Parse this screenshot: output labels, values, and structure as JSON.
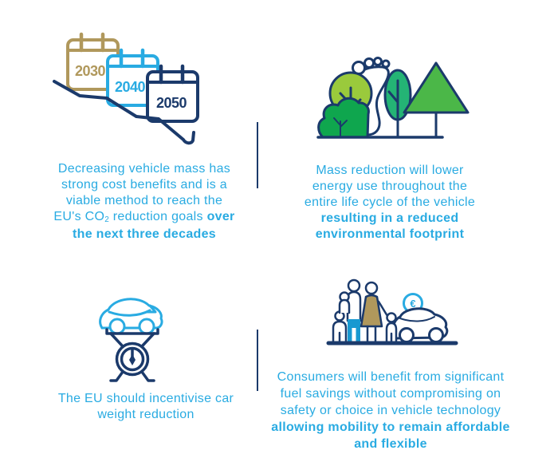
{
  "colors": {
    "accent_blue": "#29ABE2",
    "navy": "#1B3A6B",
    "gold": "#B0985C",
    "green_bush": "#0FA64E",
    "green_round_tree": "#9ACA3C",
    "green_oval_tree": "#24B475",
    "green_triangle_tree": "#4BB748",
    "trouser_blue": "#1899D1",
    "dress_tan": "#B0985C"
  },
  "panels": {
    "goals": {
      "icon": "calendars-declining-arrow-icon",
      "calendar_years": [
        "2030",
        "2040",
        "2050"
      ],
      "text_lines": [
        [
          {
            "t": "Decreasing vehicle mass has"
          }
        ],
        [
          {
            "t": "strong cost benefits and is a"
          }
        ],
        [
          {
            "t": "viable method to reach the"
          }
        ],
        [
          {
            "t": "EU's CO"
          },
          {
            "t": "2",
            "sub": true
          },
          {
            "t": " reduction goals "
          },
          {
            "t": "over",
            "bold": true
          }
        ],
        [
          {
            "t": "the next three decades",
            "bold": true
          }
        ]
      ]
    },
    "environment": {
      "icon": "trees-footprint-icon",
      "text_lines": [
        [
          {
            "t": "Mass reduction will lower"
          }
        ],
        [
          {
            "t": "energy use throughout the"
          }
        ],
        [
          {
            "t": "entire life cycle of the vehicle"
          }
        ],
        [
          {
            "t": "resulting in a reduced",
            "bold": true
          }
        ],
        [
          {
            "t": "environmental footprint",
            "bold": true
          }
        ]
      ]
    },
    "incentive": {
      "icon": "car-on-scale-icon",
      "text_lines": [
        [
          {
            "t": "The EU should incentivise car"
          }
        ],
        [
          {
            "t": "weight reduction"
          }
        ]
      ]
    },
    "consumers": {
      "icon": "family-car-euro-icon",
      "euro_symbol": "€",
      "text_lines": [
        [
          {
            "t": "Consumers will benefit from significant"
          }
        ],
        [
          {
            "t": "fuel savings without compromising on"
          }
        ],
        [
          {
            "t": "safety or choice in vehicle technology"
          }
        ],
        [
          {
            "t": "allowing mobility to remain affordable",
            "bold": true
          }
        ],
        [
          {
            "t": "and flexible",
            "bold": true
          }
        ]
      ]
    }
  }
}
